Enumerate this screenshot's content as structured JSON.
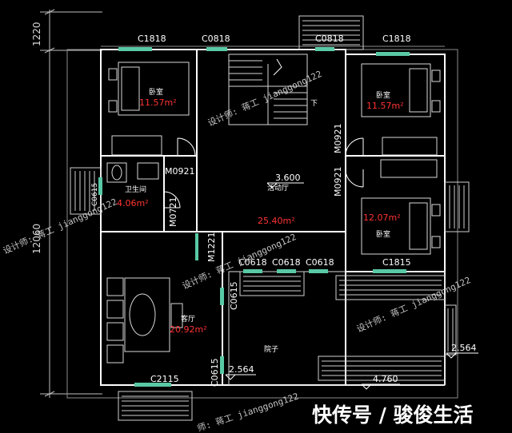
{
  "drawing": {
    "dimensions": {
      "top_height": "1220",
      "total_height": "12060"
    },
    "openings": {
      "c1818_left": "C1818",
      "c0818_top": "C0818",
      "c0818_top_right": "C0818",
      "c1818_right": "C1818",
      "m0921_right_top": "M0921",
      "m0921_bath": "M0921",
      "c0615_bath": "C0615",
      "m0721": "M0721",
      "m0921_right_mid": "M0921",
      "m1221": "M1221",
      "c0618_1": "C0618",
      "c0618_2": "C0618",
      "c0618_3": "C0618",
      "c1815": "C1815",
      "c0615_hall": "C0615",
      "c0615_hall_low": "C0615",
      "c2115": "C2115"
    },
    "rooms": {
      "bedroom_top_left": {
        "name": "卧室",
        "area": "11.57m²"
      },
      "bedroom_top_right": {
        "name": "卧室",
        "area": "11.57m²"
      },
      "bathroom": {
        "name": "卫生间",
        "area": "4.06m²"
      },
      "activity_hall": {
        "name": "活动厅",
        "area": "25.40m²"
      },
      "bedroom_mid_right": {
        "name": "卧室",
        "area": "12.07m²"
      },
      "living_room": {
        "name": "客厅",
        "area": "20.92m²"
      },
      "courtyard": {
        "name": "院子"
      }
    },
    "stair": {
      "down_label": "下"
    },
    "elevations": {
      "hall": "3.600",
      "court_left": "2.564",
      "court_right": "2.564",
      "court_bottom": "4.760"
    },
    "watermarks": {
      "wm1": "设计师: 蒋工 jianggong122",
      "wm2": "设计师: 蒋工 jianggong122",
      "wm3": "设计师: 蒋工 jianggong122",
      "wm4": "设计师: 蒋工 jianggong122",
      "wm5": "师: 蒋工 jianggong122"
    },
    "brand": "快传号 / 骏俊生活"
  }
}
